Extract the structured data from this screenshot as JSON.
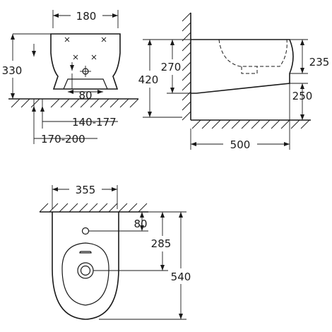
{
  "dimensions": {
    "front_width": "180",
    "front_height": "330",
    "front_inner_width": "80",
    "floor_range_1": "140-177",
    "floor_range_2": "170-200",
    "side_height_total": "420",
    "side_height_mid": "270",
    "side_height_right": "235",
    "side_height_bottom": "250",
    "side_depth": "500",
    "top_width": "355",
    "top_offset_80": "80",
    "top_offset_285": "285",
    "top_depth": "540"
  }
}
